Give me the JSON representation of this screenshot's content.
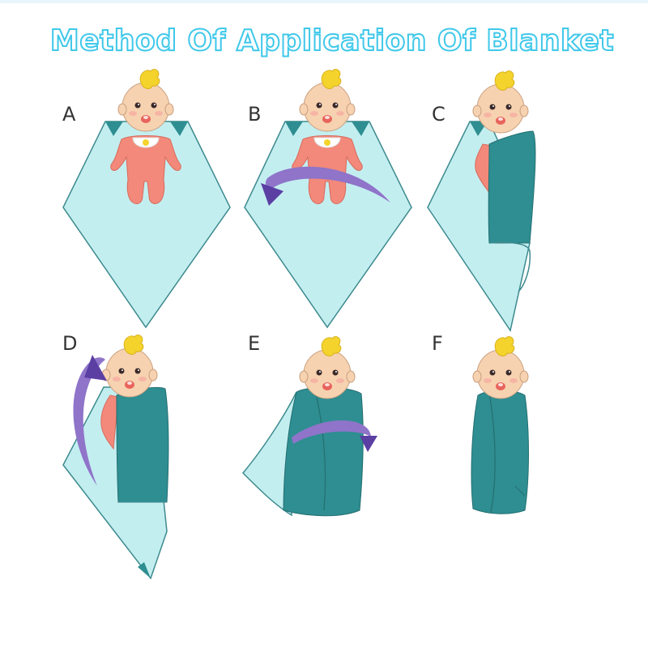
{
  "title": "Method Of Application Of Blanket",
  "steps": [
    {
      "label": "A"
    },
    {
      "label": "B"
    },
    {
      "label": "C"
    },
    {
      "label": "D"
    },
    {
      "label": "E"
    },
    {
      "label": "F"
    }
  ],
  "colors": {
    "blanket_light": "#c3eef0",
    "blanket_dark": "#2e8e91",
    "outline": "#3d8a8e",
    "skin": "#f7d2b0",
    "hair": "#f4d32c",
    "suit": "#f3897a",
    "arrow": "#8f74c9",
    "arrow_head": "#5b3fa3",
    "title_outline": "#3fc8ea"
  }
}
